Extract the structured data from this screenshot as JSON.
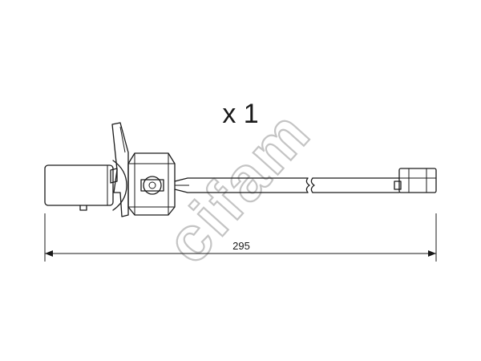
{
  "quantity_label": "x 1",
  "length_label": "295",
  "watermark_text": "cifam",
  "watermark_color": "#c4c4c4",
  "line_color": "#1a1a1a"
}
